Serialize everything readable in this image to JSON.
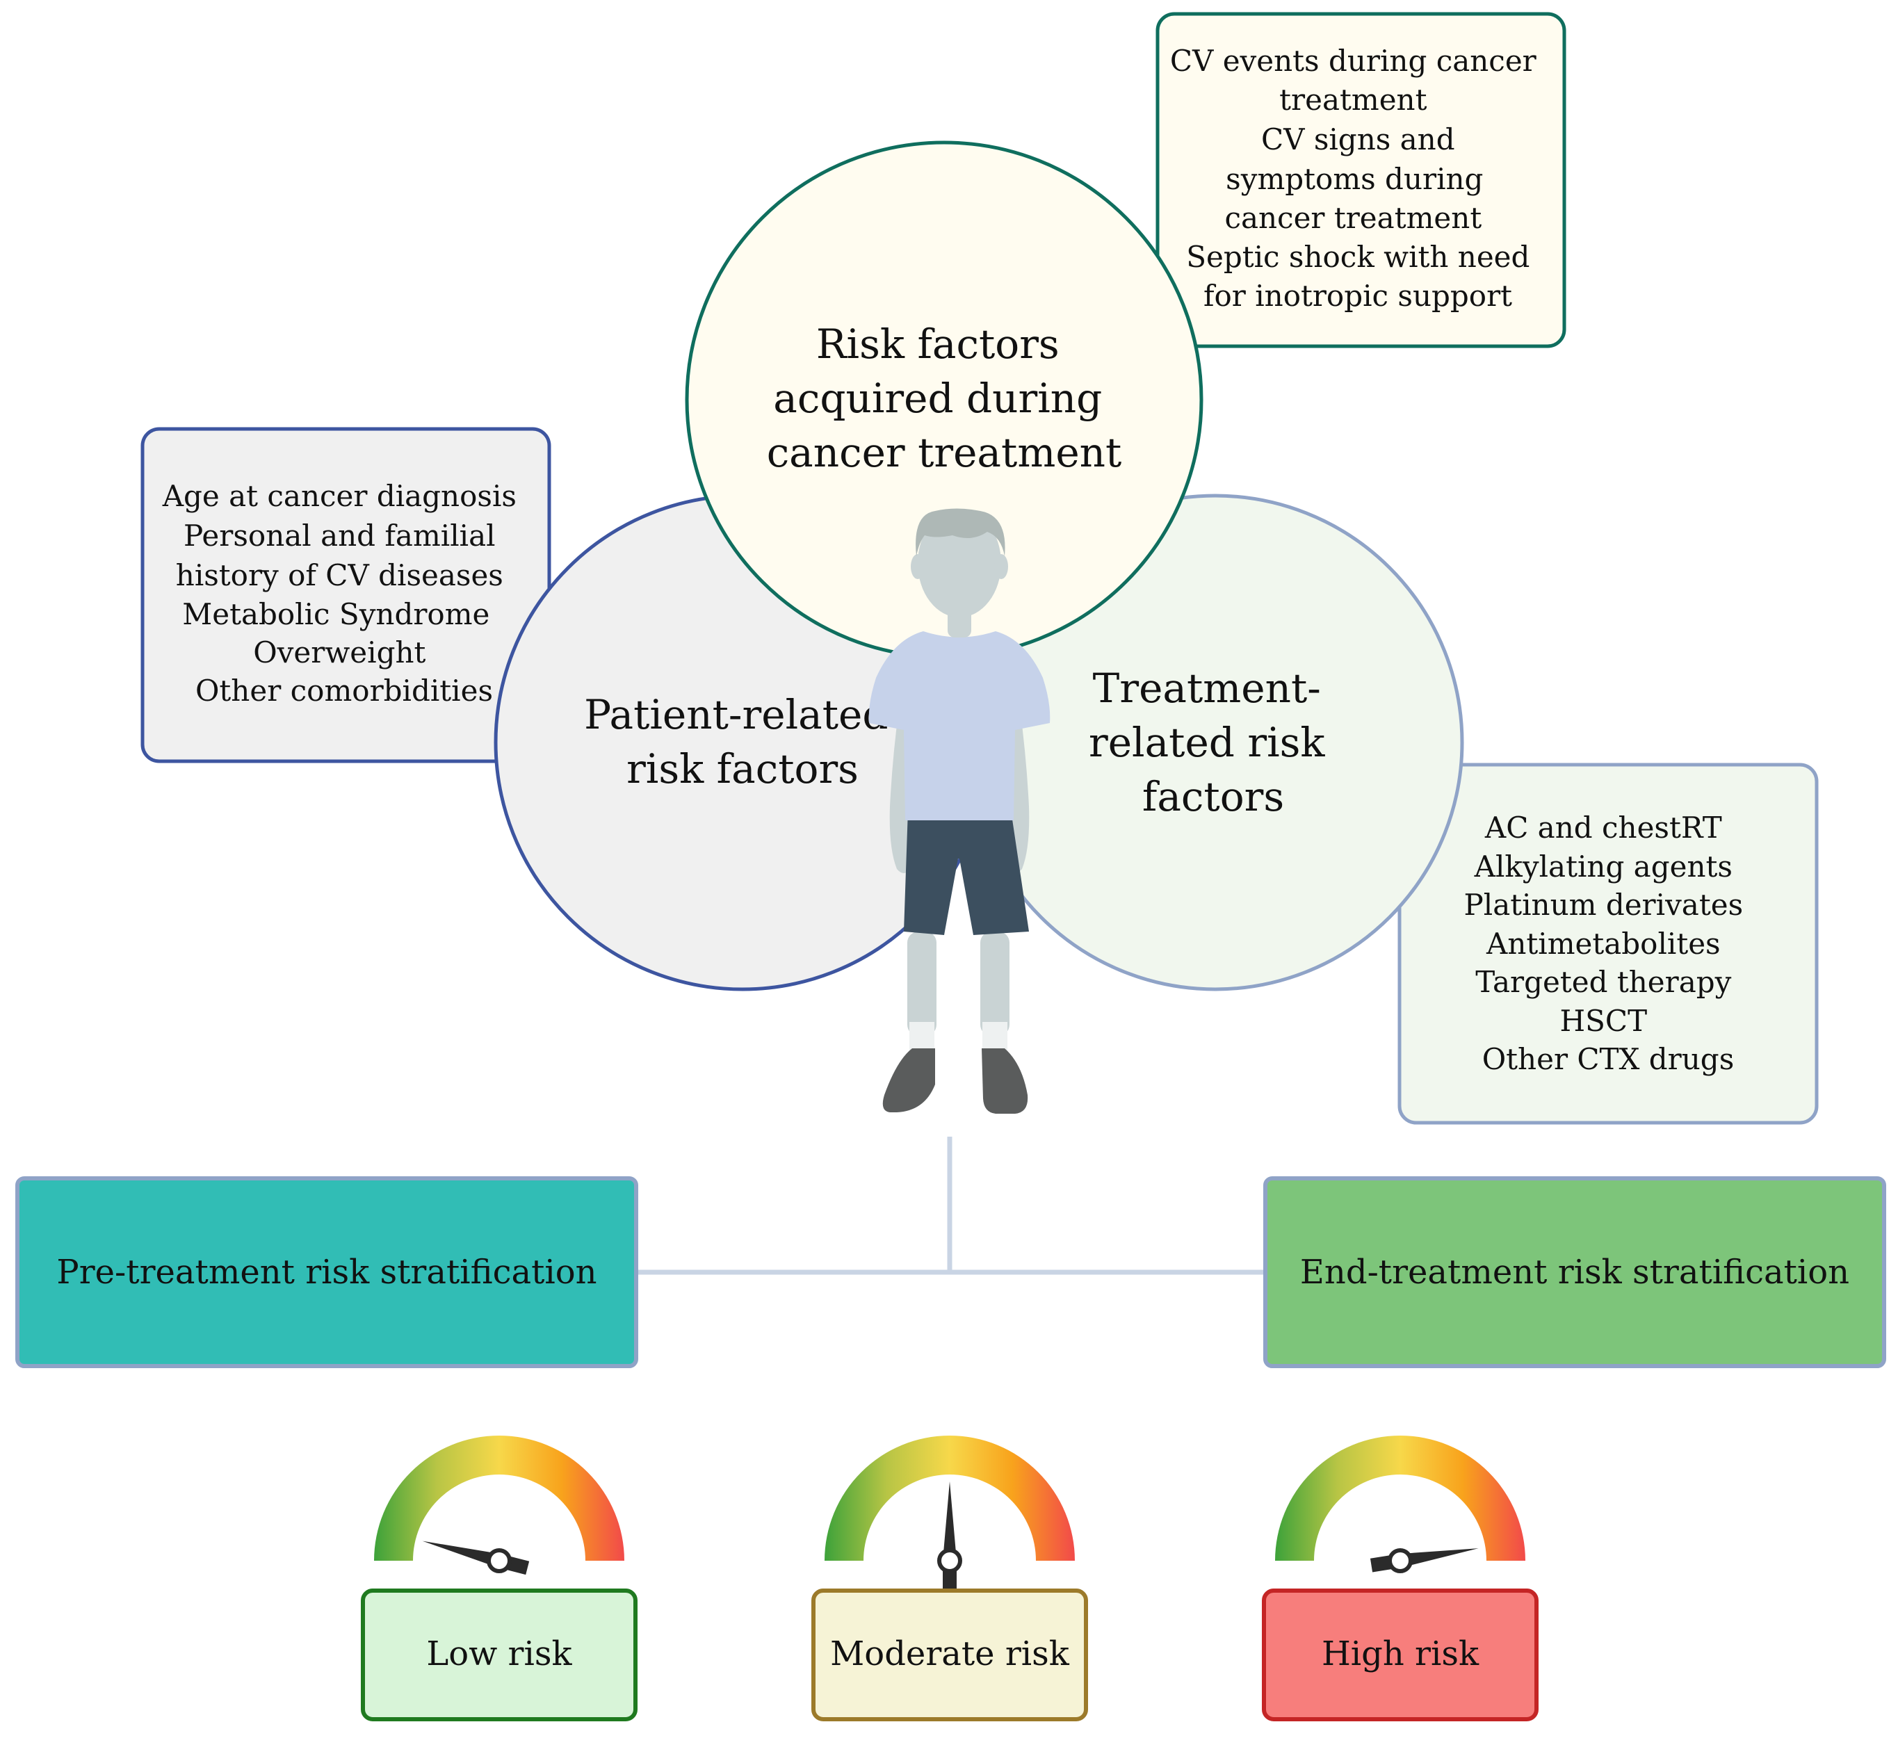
{
  "circles": {
    "acquired": {
      "lines": [
        "Risk factors",
        "acquired during",
        "cancer treatment"
      ],
      "border": "#0f6e5e",
      "fill": "#fffcf0"
    },
    "patient": {
      "lines": [
        "Patient-related",
        "risk factors"
      ],
      "border": "#3d55a0",
      "fill": "#f0f0f0"
    },
    "treatment": {
      "lines": [
        "Treatment-",
        "related risk",
        "factors"
      ],
      "border": "#8fa3c7",
      "fill": "#f1f7ee"
    }
  },
  "boxes": {
    "acquired_list": {
      "lines": [
        "CV events during cancer",
        "treatment",
        "CV signs and",
        "symptoms during",
        "cancer treatment",
        "Septic shock with need",
        "for inotropic support"
      ],
      "border": "#0f6e5e",
      "fill": "#fffcf0"
    },
    "patient_list": {
      "lines": [
        "Age at cancer diagnosis",
        "Personal and familial",
        "history of CV diseases",
        "Metabolic Syndrome",
        "Overweight",
        "Other comorbidities"
      ],
      "border": "#3d55a0",
      "fill": "#f0f0f0"
    },
    "treatment_list": {
      "lines": [
        "AC and chestRT",
        "Alkylating agents",
        "Platinum derivates",
        "Antimetabolites",
        "Targeted therapy",
        "HSCT",
        "Other CTX drugs"
      ],
      "border": "#8fa3c7",
      "fill": "#f1f7ee"
    }
  },
  "stratification": {
    "pre": {
      "label": "Pre-treatment risk stratification",
      "fill": "#31bdb5",
      "border": "#8fa3c7"
    },
    "end": {
      "label": "End-treatment risk stratification",
      "fill": "#7dc57a",
      "border": "#8fa3c7"
    }
  },
  "risk_levels": [
    {
      "label": "Low risk",
      "fill": "#d8f4d8",
      "border": "#1f7a1f",
      "needle_level": 0.08
    },
    {
      "label": "Moderate risk",
      "fill": "#f6f3d6",
      "border": "#9c7a2a",
      "needle_level": 0.5
    },
    {
      "label": "High risk",
      "fill": "#f77e7c",
      "border": "#c42525",
      "needle_level": 0.95
    }
  ],
  "gauge_colors": [
    "#3da23a",
    "#b8c545",
    "#f7d84a",
    "#f8a31c",
    "#f24a4a"
  ],
  "figure": {
    "icon": "child-figure-icon",
    "skin": "#c9d3d4",
    "hair": "#aeb8b6",
    "shirt": "#c6d2ea",
    "shorts": "#3c4f5f",
    "shoes": "#5a5c5c"
  }
}
